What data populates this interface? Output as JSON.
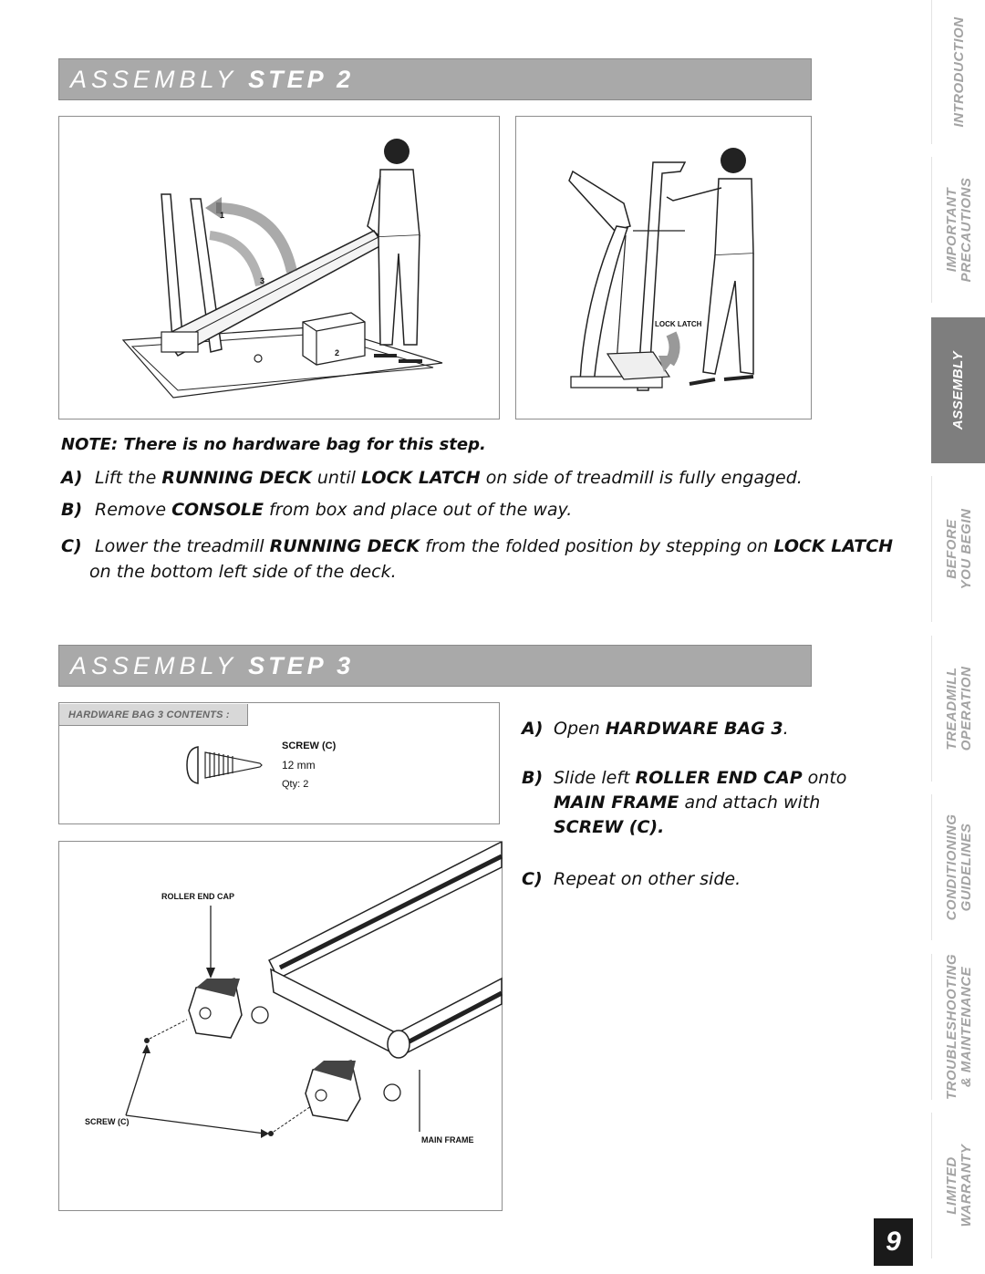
{
  "step2": {
    "title_light": "ASSEMBLY",
    "title_bold": "STEP 2",
    "fig_left_labels": [
      "1",
      "3",
      "2"
    ],
    "fig_right_label": "LOCK LATCH",
    "note": "NOTE: There is no hardware bag for this step.",
    "items": [
      {
        "key": "A)",
        "before": "Lift the",
        "em1": "RUNNING DECK",
        "mid": "until",
        "em2": "LOCK LATCH",
        "after": "on side of treadmill is fully engaged."
      },
      {
        "key": "B)",
        "before": "Remove",
        "em1": "CONSOLE",
        "after": "from box and place out of the way."
      },
      {
        "key": "C)",
        "before": "Lower the treadmill",
        "em1": "RUNNING DECK",
        "mid": "from the folded position by stepping on",
        "em2": "LOCK LATCH",
        "line2": "on the bottom left side of the deck."
      }
    ]
  },
  "step3": {
    "title_light": "ASSEMBLY",
    "title_bold": "STEP 3",
    "hardware_tab": "HARDWARE BAG 3 CONTENTS :",
    "hardware": {
      "name": "SCREW (C)",
      "size": "12 mm",
      "qty": "Qty: 2"
    },
    "fig_labels": {
      "roller_end_cap": "ROLLER END CAP",
      "screw": "SCREW (C)",
      "main_frame": "MAIN FRAME"
    },
    "items": [
      {
        "key": "A)",
        "before": "Open",
        "em1": "HARDWARE BAG 3",
        "after": "."
      },
      {
        "key": "B)",
        "before": "Slide left",
        "em1": "ROLLER END CAP",
        "after": "onto",
        "line2_em": "MAIN FRAME",
        "line2_after": "and attach with",
        "line3_em": "SCREW (C)",
        "line3_after": "."
      },
      {
        "key": "C)",
        "before": "Repeat on other side."
      }
    ]
  },
  "sidebar": {
    "items": [
      {
        "label": "INTRODUCTION",
        "active": false
      },
      {
        "label": "IMPORTANT\nPRECAUTIONS",
        "active": false
      },
      {
        "label": "ASSEMBLY",
        "active": true
      },
      {
        "label": "BEFORE\nYOU BEGIN",
        "active": false
      },
      {
        "label": "TREADMILL\nOPERATION",
        "active": false
      },
      {
        "label": "CONDITIONING\nGUIDELINES",
        "active": false
      },
      {
        "label": "TROUBLESHOOTING\n& MAINTENANCE",
        "active": false
      },
      {
        "label": "LIMITED\nWARRANTY",
        "active": false
      }
    ]
  },
  "page_number": "9"
}
